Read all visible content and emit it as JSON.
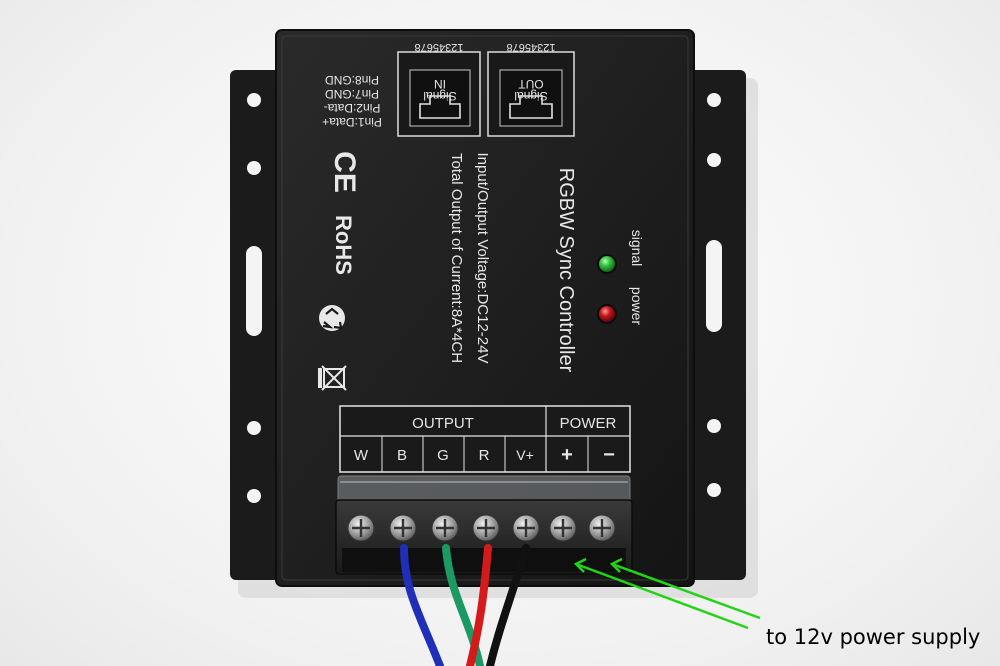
{
  "device": {
    "title": "RGBW Sync Controller",
    "spec_voltage": "Input/Output Voltage:DC12-24V",
    "spec_current": "Total Output of Current:8A*4CH",
    "ce_mark": "CE",
    "rohs_mark": "RoHS",
    "pin_labels": [
      "Pin1:Data+",
      "Pin2:Data-",
      "Pin7:GND",
      "Pin8:GND"
    ],
    "port_in": {
      "label_signal": "Signal",
      "label_dir": "IN",
      "pin_numbers": "12345678"
    },
    "port_out": {
      "label_signal": "Signal",
      "label_dir": "OUT",
      "pin_numbers": "12345678"
    },
    "led_signal_label": "signal",
    "led_power_label": "power",
    "led_signal_color": "#2fbf3a",
    "led_power_color": "#c0141a"
  },
  "terminal": {
    "output_header": "OUTPUT",
    "power_header": "POWER",
    "output_labels": [
      "W",
      "B",
      "G",
      "R",
      "V+"
    ],
    "power_labels": [
      "+",
      "−"
    ]
  },
  "wires": {
    "colors": [
      "#1f2fb8",
      "#1c9a63",
      "#d41a1a",
      "#111111"
    ]
  },
  "annotation": {
    "text": "to 12v power supply",
    "arrow_color": "#22d416"
  },
  "icons": [
    "ce-mark",
    "rohs-mark",
    "recycle-icon",
    "weee-bin-icon",
    "rj45-port-icon"
  ]
}
